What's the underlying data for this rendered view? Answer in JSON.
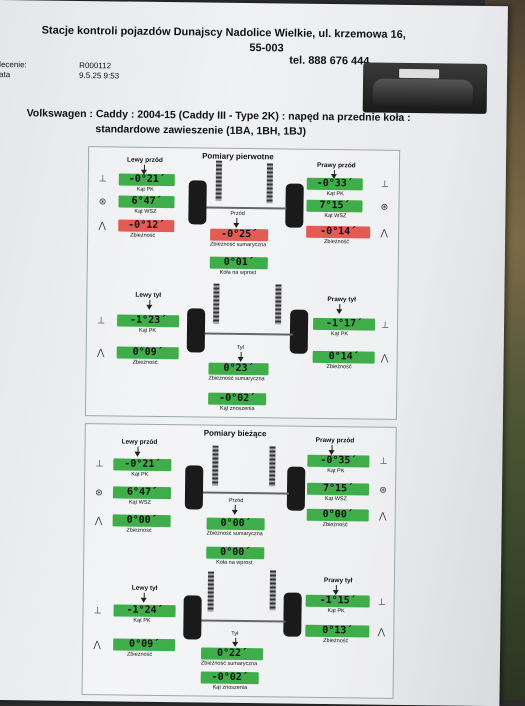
{
  "header": {
    "line1": "Stacje kontroli pojazdów Dunajscy Nadolice Wielkie, ul. krzemowa 16,",
    "line2": "55-003",
    "phone": "tel. 888 676 444"
  },
  "meta": {
    "order_label": "lecenie:",
    "order_value": "R000112",
    "date_label": "ata",
    "date_value": "9.5.25 9:53"
  },
  "vehicle": {
    "line1": "Volkswagen : Caddy : 2004-15 (Caddy III - Type 2K) : napęd na przednie koła :",
    "line2": "standardowe zawieszenie (1BA, 1BH, 1BJ)"
  },
  "labels": {
    "kat_pk": "Kąt PK",
    "kat_wsz": "Kąt WSZ",
    "zbieznosc": "Zbieżność",
    "zbieznosc_sum": "Zbieżność sumaryczna",
    "kola_wprost": "Koła na wprost",
    "kat_znoszenia": "Kąt znoszenia",
    "przod": "Przód",
    "tyl": "Tył",
    "lewy_przod": "Lewy przód",
    "prawy_przod": "Prawy przód",
    "lewy_tyl": "Lewy tył",
    "prawy_tyl": "Prawy tył"
  },
  "initial": {
    "title": "Pomiary pierwotne",
    "front_left": {
      "camber": "-0°21´",
      "caster": "6°47´",
      "toe": "-0°12´"
    },
    "front_right": {
      "camber": "-0°33´",
      "caster": "7°15´",
      "toe": "-0°14´"
    },
    "front_total_toe": "-0°25´",
    "steer_ahead": "0°01´",
    "rear_left": {
      "camber": "-1°23´",
      "toe": "0°09´"
    },
    "rear_right": {
      "camber": "-1°17´",
      "toe": "0°14´"
    },
    "rear_total_toe": "0°23´",
    "thrust": "-0°02´"
  },
  "current": {
    "title": "Pomiary bieżące",
    "front_left": {
      "camber": "-0°21´",
      "caster": "6°47´",
      "toe": "0°00´"
    },
    "front_right": {
      "camber": "-0°35´",
      "caster": "7°15´",
      "toe": "0°00´"
    },
    "front_total_toe": "0°00´",
    "steer_ahead": "0°00´",
    "rear_left": {
      "camber": "-1°24´",
      "toe": "0°09´"
    },
    "rear_right": {
      "camber": "-1°15´",
      "toe": "0°13´"
    },
    "rear_total_toe": "0°22´",
    "thrust": "-0°02´"
  },
  "colors": {
    "ok": "#3fae4a",
    "out": "#e35b55"
  }
}
